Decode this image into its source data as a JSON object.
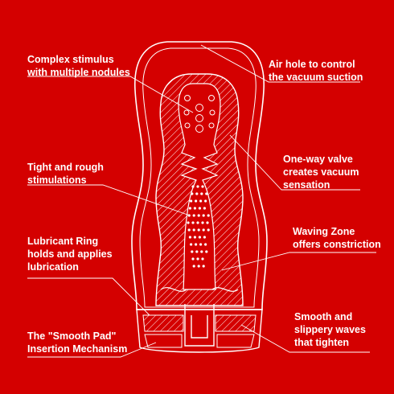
{
  "colors": {
    "background": "#d40000",
    "line": "#ffffff"
  },
  "labels": {
    "complex_stimulus": "Complex stimulus\nwith multiple nodules",
    "air_hole": "Air hole to control\nthe vacuum suction",
    "tight_rough": "Tight and rough\nstimulations",
    "one_way_valve": "One-way valve\ncreates vacuum\nsensation",
    "lubricant_ring": "Lubricant Ring\nholds and applies\nlubrication",
    "waving_zone": "Waving Zone\noffers constriction",
    "smooth_pad": "The \"Smooth Pad\"\nInsertion Mechanism",
    "smooth_waves": "Smooth and\nslippery waves\nthat tighten"
  }
}
